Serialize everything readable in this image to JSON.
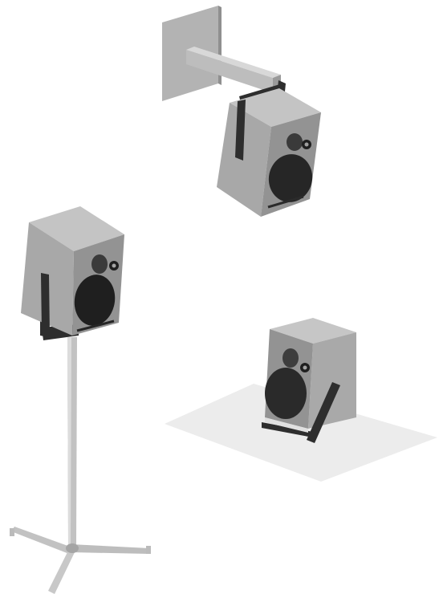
{
  "scene": {
    "background_color": "#ffffff",
    "colors": {
      "speaker_front": "#939393",
      "speaker_side": "#a9a9a9",
      "speaker_top": "#c1c1c1",
      "driver": "#262626",
      "bracket": "#2e2e2e",
      "wall_plate": "#b3b3b3",
      "arm": "#c6c6c6",
      "stand_metal": "#c2c2c2",
      "floor_plane": "#ececec"
    },
    "objects": [
      {
        "name": "wall-mounted-speaker",
        "icon": "speaker-on-wall-bracket"
      },
      {
        "name": "stand-mounted-speaker",
        "icon": "speaker-on-tripod-stand"
      },
      {
        "name": "desktop-speaker",
        "icon": "speaker-on-tilted-floor-stand"
      }
    ]
  }
}
